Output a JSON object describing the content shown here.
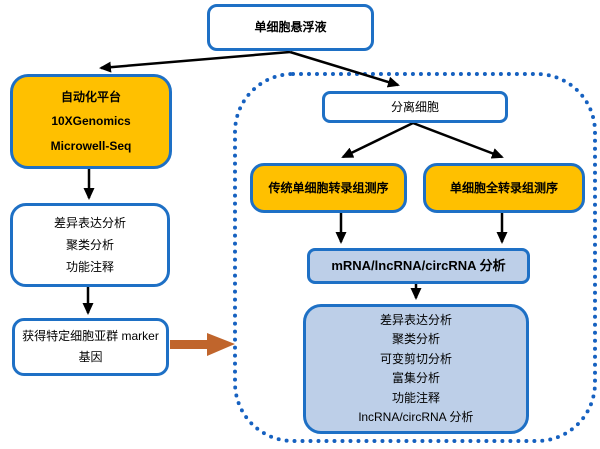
{
  "colors": {
    "blue_border": "#1E70C5",
    "dash_blue": "#1661C0",
    "orange_fill": "#FFC000",
    "light_blue_fill": "#BDCFE8",
    "block_arrow_orange": "#C0652C",
    "line_black": "#000000"
  },
  "nodes": {
    "suspension": {
      "label": "单细胞悬浮液"
    },
    "platform": {
      "lines": [
        "自动化平台",
        "10XGenomics",
        "Microwell-Seq"
      ]
    },
    "left_analysis": {
      "lines": [
        "差异表达分析",
        "聚类分析",
        "功能注释"
      ]
    },
    "marker_gene": {
      "lines": [
        "获得特定细胞亚群 marker",
        "基因"
      ]
    },
    "separate_cells": {
      "label": "分离细胞"
    },
    "traditional_seq": {
      "label": "传统单细胞转录组测序"
    },
    "whole_transcriptome_seq": {
      "label": "单细胞全转录组测序"
    },
    "rna_analysis": {
      "label": "mRNA/lncRNA/circRNA 分析"
    },
    "right_analysis": {
      "lines": [
        "差异表达分析",
        "聚类分析",
        "可变剪切分析",
        "富集分析",
        "功能注释",
        "lncRNA/circRNA 分析"
      ]
    }
  }
}
